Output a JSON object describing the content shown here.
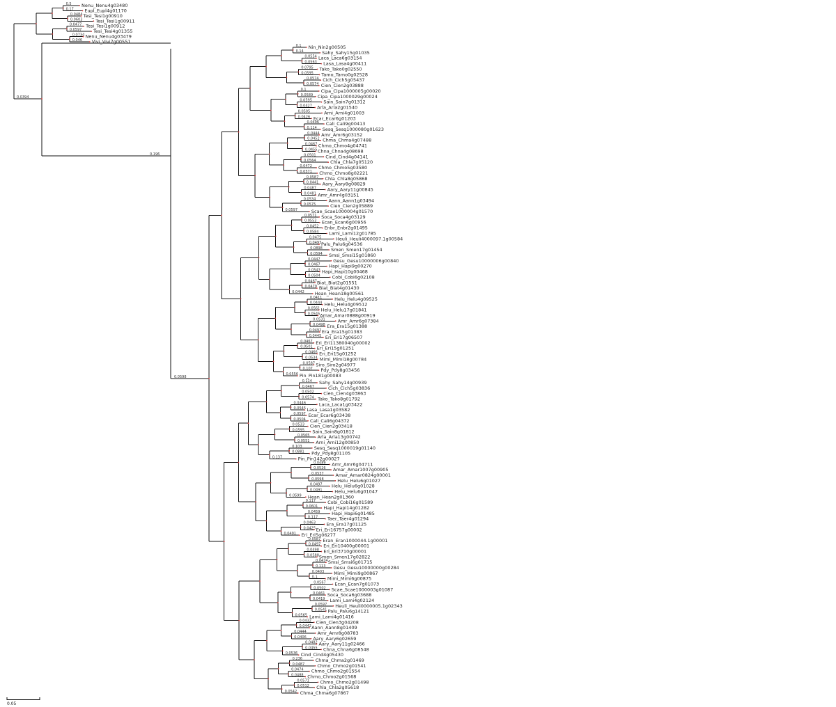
{
  "tree": {
    "left": [
      {
        "label": "Nenu_Nenu4g03480",
        "support": "0.5"
      },
      {
        "label": "Eupl_Eupl4g01170",
        "support": "0.17"
      },
      {
        "label": "Tesi_Tesi1g00910",
        "support": "0.0484"
      },
      {
        "label": "Tesi_Tesi1g00911",
        "support": "0.0603"
      },
      {
        "label": "Tesi_Tesi1g00912",
        "support": "0.0477"
      },
      {
        "label": "Tesi_Tesi4g01355",
        "support": "0.0597"
      },
      {
        "label": "Nenu_Nenu4g03479",
        "support": "0.0734"
      },
      {
        "label": "Vivi_Vivi7g00551",
        "support": "0.046"
      }
    ],
    "upper": [
      {
        "label": "Nin_Nin2g00505",
        "support": "0.1"
      },
      {
        "label": "Sahy_Sahy15g01035",
        "support": "0.14"
      },
      {
        "label": "Laca_Laca6g03154",
        "support": "0.0554"
      },
      {
        "label": "Lasa_Lasa4g00411",
        "support": "0.0563"
      },
      {
        "label": "Tako_Tako0g02550",
        "support": "0.0795"
      },
      {
        "label": "Tamo_Tamo0g02528",
        "support": "0.0595"
      },
      {
        "label": "Cich_Cich5g05437",
        "support": "0.0574"
      },
      {
        "label": "Cien_Cien2g03888",
        "support": "0.0574"
      },
      {
        "label": "Cipa_Cipa1000005g00020",
        "support": "0.1"
      },
      {
        "label": "Cipa_Cipa1000029g00024",
        "support": "0.0589"
      },
      {
        "label": "Sain_Sain7g01312",
        "support": "0.0595"
      },
      {
        "label": "Arla_Arla2g01540",
        "support": "0.0427"
      },
      {
        "label": "Arni_Arni4g01003",
        "support": "0.0505"
      },
      {
        "label": "Ecar_Ecar6g01203",
        "support": "0.0426"
      },
      {
        "label": "Cali_Cali9g00413",
        "support": "0.0496"
      },
      {
        "label": "Sesq_Sesq1000080g01623",
        "support": "0.114"
      },
      {
        "label": "Amr_Amr6g03152",
        "support": "0.0444"
      },
      {
        "label": "Chma_Chma4g07488",
        "support": "0.0452"
      },
      {
        "label": "Chmo_Chmo4g04741",
        "support": "0.0467"
      },
      {
        "label": "Chna_Chna4g08698",
        "support": "0.0455"
      },
      {
        "label": "Cind_Cind4g04141",
        "support": "0.0501"
      },
      {
        "label": "Chla_Chla7g05120",
        "support": "0.0564"
      },
      {
        "label": "Chmo_Chmo5g03580",
        "support": "0.0472"
      },
      {
        "label": "Chmo_Chmo8g02221",
        "support": "0.0571"
      },
      {
        "label": "Chla_Chla8g05868",
        "support": "0.0587"
      },
      {
        "label": "Aary_Aary8g08829",
        "support": "0.0441"
      },
      {
        "label": "Aary_Aary11g00845",
        "support": "0.0487"
      },
      {
        "label": "Amr_Amr4g03151",
        "support": "0.0481"
      },
      {
        "label": "Aann_Aann1g03494",
        "support": "0.0534"
      },
      {
        "label": "Cien_Cien2g05889",
        "support": "0.0575"
      },
      {
        "label": "Scae_Scae1000004g01570",
        "support": "0.0597"
      },
      {
        "label": "Soca_Soca4g03129",
        "support": "0.0571"
      },
      {
        "label": "Ecan_Ecan6g00956",
        "support": "0.0553"
      },
      {
        "label": "Enbr_Enbr2g01495",
        "support": "0.0452"
      },
      {
        "label": "Lami_Lami12g01785",
        "support": "0.0584"
      },
      {
        "label": "Heuli_Heuli4000097.1g00584",
        "support": "0.0475"
      },
      {
        "label": "Palu_Palu6g04536",
        "support": "0.0493"
      },
      {
        "label": "Smen_Smen17g01454",
        "support": "0.0898"
      },
      {
        "label": "Smsi_Smsi15g01860",
        "support": "0.0594"
      },
      {
        "label": "Gesu_Gesu10000006g00840",
        "support": "0.0447"
      },
      {
        "label": "Hapi_Hapi9g00270",
        "support": "0.0467"
      },
      {
        "label": "Hapi_Hapi10g00468",
        "support": "0.0543"
      },
      {
        "label": "Cobi_Cobi6g02108",
        "support": "0.0504"
      },
      {
        "label": "Biat_Biat2g01551",
        "support": "0.0467"
      },
      {
        "label": "Biat_Biat4g01430",
        "support": "0.0479"
      },
      {
        "label": "Hean_Hean18g00561",
        "support": "0.0442"
      },
      {
        "label": "Helu_Helu4g09525",
        "support": "0.0411"
      },
      {
        "label": "Helu_Helu4g09512",
        "support": "0.0444"
      },
      {
        "label": "Helu_Helu17g01841",
        "support": "0.0561"
      },
      {
        "label": "Amar_Amar0888g00919",
        "support": "0.0545"
      },
      {
        "label": "Amr_Amr6g07384",
        "support": "0.0531"
      },
      {
        "label": "Era_Era15g01388",
        "support": "0.0498"
      },
      {
        "label": "Era_Era15g01383",
        "support": "0.0492"
      },
      {
        "label": "Eri_Eri17g06507",
        "support": "0.0445"
      },
      {
        "label": "Eri_Eri11380040g00002",
        "support": "0.0467"
      },
      {
        "label": "Eri_Eri15g01251",
        "support": "0.0501"
      },
      {
        "label": "Eri_Eri15g01252",
        "support": "0.0466"
      },
      {
        "label": "Mimi_Mimi18g00784",
        "support": "0.0534"
      },
      {
        "label": "Siro_Siro2g04977",
        "support": "0.0587"
      },
      {
        "label": "Pdy_Pdy8g03456",
        "support": "0.107"
      },
      {
        "label": "Pin_Pin181g00083",
        "support": "0.0556"
      }
    ],
    "lower": [
      {
        "label": "Sahy_Sahy14g00939",
        "support": "0.114"
      },
      {
        "label": "Cich_Cich5g03836",
        "support": "0.0467"
      },
      {
        "label": "Cien_Cien4g03863",
        "support": "0.0502"
      },
      {
        "label": "Tako_Tako8g01792",
        "support": "0.0574"
      },
      {
        "label": "Laca_Laca1g03422",
        "support": "0.0446"
      },
      {
        "label": "Lasa_Lasa1g03582",
        "support": "0.0545"
      },
      {
        "label": "Ecar_Ecar6g03438",
        "support": "0.0597"
      },
      {
        "label": "Cali_Cali6g04372",
        "support": "0.0504"
      },
      {
        "label": "Cien_Cien2g03418",
        "support": "0.0533"
      },
      {
        "label": "Sain_Sain8g01812",
        "support": "0.0595"
      },
      {
        "label": "Arla_Arla13g00742",
        "support": "0.0565"
      },
      {
        "label": "Arni_Arni12g00850",
        "support": "0.0551"
      },
      {
        "label": "Sesq_Sesq1000019g01140",
        "support": "0.103"
      },
      {
        "label": "Pdy_Pdy8g01105",
        "support": "0.0881"
      },
      {
        "label": "Pin_Pin142g00027",
        "support": "0.137"
      },
      {
        "label": "Amr_Amr6g04711",
        "support": "0.0489"
      },
      {
        "label": "Amar_Amar1007g00905",
        "support": "0.0526"
      },
      {
        "label": "Amar_Amar0824g00001",
        "support": "0.0537"
      },
      {
        "label": "Helu_Helu6g01027",
        "support": "0.0598"
      },
      {
        "label": "Helu_Helu6g01028",
        "support": "0.0497"
      },
      {
        "label": "Helu_Helu6g01047",
        "support": "0.0491"
      },
      {
        "label": "Hean_Hean2g01360",
        "support": "0.0599"
      },
      {
        "label": "Cobi_Cobi16g01589",
        "support": "0.117"
      },
      {
        "label": "Hapi_Hapi14g01282",
        "support": "0.0601"
      },
      {
        "label": "Hapi_Hapi6g01485",
        "support": "0.0459"
      },
      {
        "label": "Taer_Taer4g01294",
        "support": "0.117"
      },
      {
        "label": "Era_Era17g01125",
        "support": "0.0463"
      },
      {
        "label": "Eri_Eri16757g00002",
        "support": "0.0425"
      },
      {
        "label": "Eri_Eri5g06277",
        "support": "0.0491"
      },
      {
        "label": "Eran_Eran1000044.1g00001",
        "support": "0.0587"
      },
      {
        "label": "Eri_Eri10400g00001",
        "support": "0.0497"
      },
      {
        "label": "Eri_Eri3710g00001",
        "support": "0.0498"
      },
      {
        "label": "Smen_Smen17g02822",
        "support": "0.0588"
      },
      {
        "label": "Smsi_Smsi6g01715",
        "support": "0.0474"
      },
      {
        "label": "Gesu_Gesu10000000g00284",
        "support": "0.113"
      },
      {
        "label": "Mimi_Mimi9g00867",
        "support": "0.0403"
      },
      {
        "label": "Mimi_Mimi6g00875",
        "support": "0.1"
      },
      {
        "label": "Ecan_Ecan7g01073",
        "support": "0.0567"
      },
      {
        "label": "Scae_Scae1000003g01087",
        "support": "0.0502"
      },
      {
        "label": "Soca_Soca6g03688",
        "support": "0.0461"
      },
      {
        "label": "Lami_Lami4g02124",
        "support": "0.0419"
      },
      {
        "label": "Heuli_Heuli0000005.1g02343",
        "support": "0.0597"
      },
      {
        "label": "Palu_Palu6g14121",
        "support": "0.0541"
      },
      {
        "label": "Lami_Lami4g01416",
        "support": "0.0565"
      },
      {
        "label": "Cien_Cien3g04208",
        "support": "0.0432"
      },
      {
        "label": "Aann_Aann8g01409",
        "support": "0.0442"
      },
      {
        "label": "Amr_Amr8g08783",
        "support": "0.0444"
      },
      {
        "label": "Aary_Aary6g02659",
        "support": "0.0406"
      },
      {
        "label": "Aary_Aary11g02466",
        "support": "0.0482"
      },
      {
        "label": "Chna_Chna6g08548",
        "support": "0.0455"
      },
      {
        "label": "Cind_Cind4g05430",
        "support": "0.0536"
      },
      {
        "label": "Chma_Chma2g01469",
        "support": "0.236"
      },
      {
        "label": "Chmo_Chmo2g01541",
        "support": "0.0487"
      },
      {
        "label": "Chmo_Chmo2g01554",
        "support": "0.0474"
      },
      {
        "label": "Chmo_Chmo2g01568",
        "support": "0.0488"
      },
      {
        "label": "Chmo_Chmo2g01498",
        "support": "0.0571"
      },
      {
        "label": "Chla_Chla2g05618",
        "support": "0.0512"
      },
      {
        "label": "Chma_Chma6g07867",
        "support": "0.0542"
      }
    ],
    "scale_label": "0.05"
  }
}
